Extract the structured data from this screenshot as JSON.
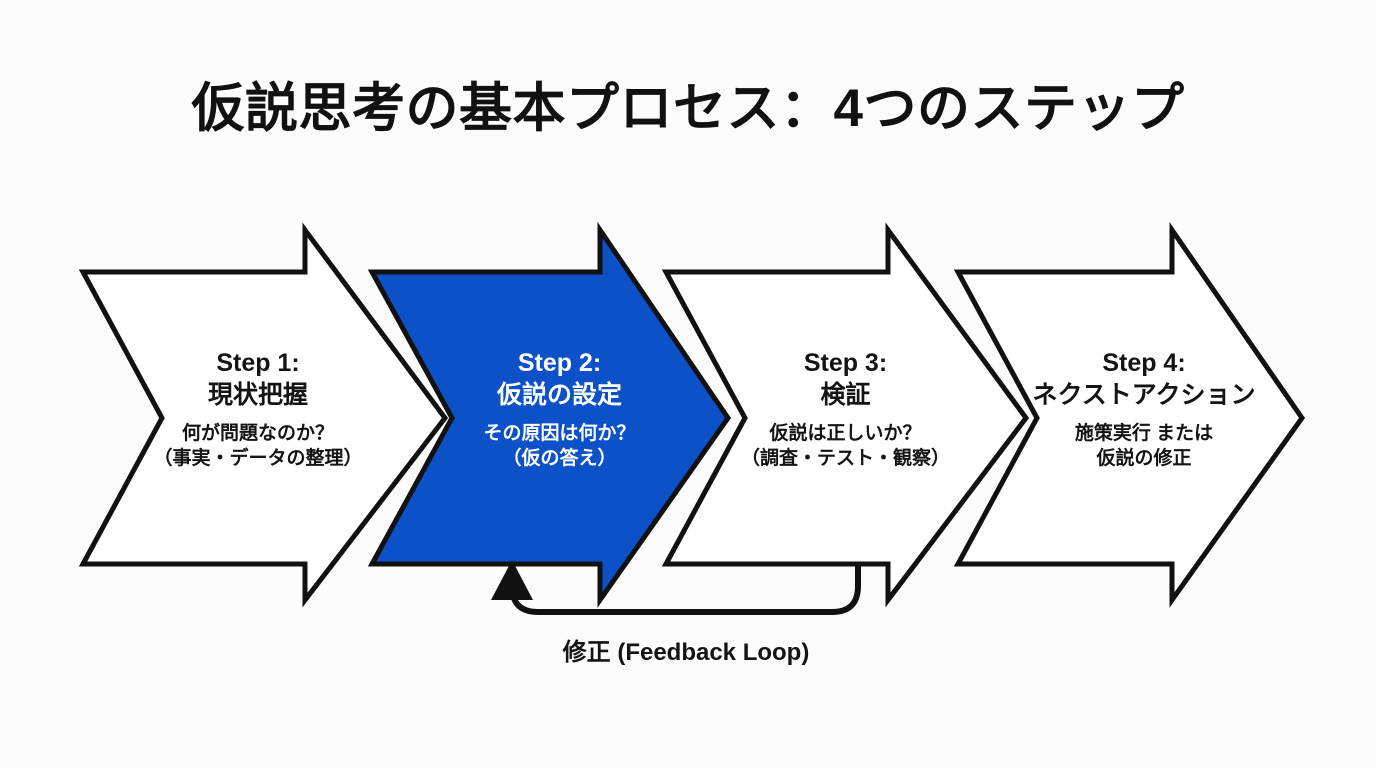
{
  "slide": {
    "title": "仮説思考の基本プロセス：4つのステップ",
    "background_color": "#fcfcfc",
    "accent_color": "#0d51c8",
    "outline_color": "#111111",
    "text_color": "#141414"
  },
  "steps": [
    {
      "id": "step-1",
      "title_line1": "Step 1:",
      "title_line2": "現状把握",
      "sub_line1": "何が問題なのか？",
      "sub_line2": "（事実・データの整理）",
      "highlighted": false
    },
    {
      "id": "step-2",
      "title_line1": "Step 2:",
      "title_line2": "仮説の設定",
      "sub_line1": "その原因は何か？",
      "sub_line2": "（仮の答え）",
      "highlighted": true
    },
    {
      "id": "step-3",
      "title_line1": "Step 3:",
      "title_line2": "検証",
      "sub_line1": "仮説は正しいか？",
      "sub_line2": "（調査・テスト・観察）",
      "highlighted": false
    },
    {
      "id": "step-4",
      "title_line1": "Step 4:",
      "title_line2": "ネクストアクション",
      "sub_line1": "施策実行 または",
      "sub_line2": "仮説の修正",
      "highlighted": false
    }
  ],
  "feedback_loop": {
    "label": "修正 (Feedback Loop)",
    "from_step": "step-3",
    "to_step": "step-2"
  }
}
